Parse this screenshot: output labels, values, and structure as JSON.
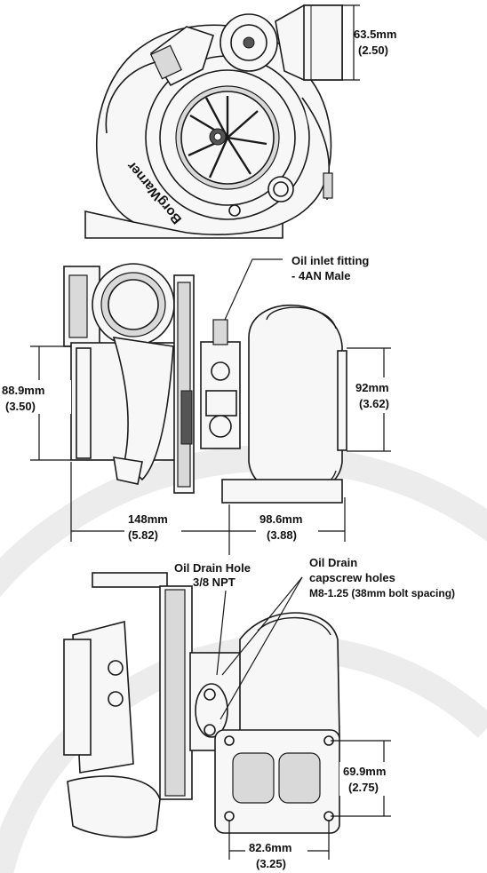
{
  "colors": {
    "ink": "#1a1a1a",
    "light": "#f7f7f7",
    "shade": "#d9d9d9",
    "watermark": "#ececec"
  },
  "top_view": {
    "brand": "BorgWarner",
    "inlet_dim_mm": "63.5mm",
    "inlet_dim_in": "(2.50)"
  },
  "side_view": {
    "oil_inlet_line1": "Oil inlet fitting",
    "oil_inlet_line2": "- 4AN Male",
    "left_dim_mm": "88.9mm",
    "left_dim_in": "(3.50)",
    "right_dim_mm": "92mm",
    "right_dim_in": "(3.62)",
    "length1_mm": "148mm",
    "length1_in": "(5.82)",
    "length2_mm": "98.6mm",
    "length2_in": "(3.88)"
  },
  "bottom_view": {
    "drain_hole_line1": "Oil Drain Hole",
    "drain_hole_line2": "3/8 NPT",
    "capscrew_line1": "Oil Drain",
    "capscrew_line2": "capscrew holes",
    "capscrew_line3": "M8-1.25 (38mm bolt spacing)",
    "flange_h_mm": "69.9mm",
    "flange_h_in": "(2.75)",
    "flange_w_mm": "82.6mm",
    "flange_w_in": "(3.25)"
  }
}
